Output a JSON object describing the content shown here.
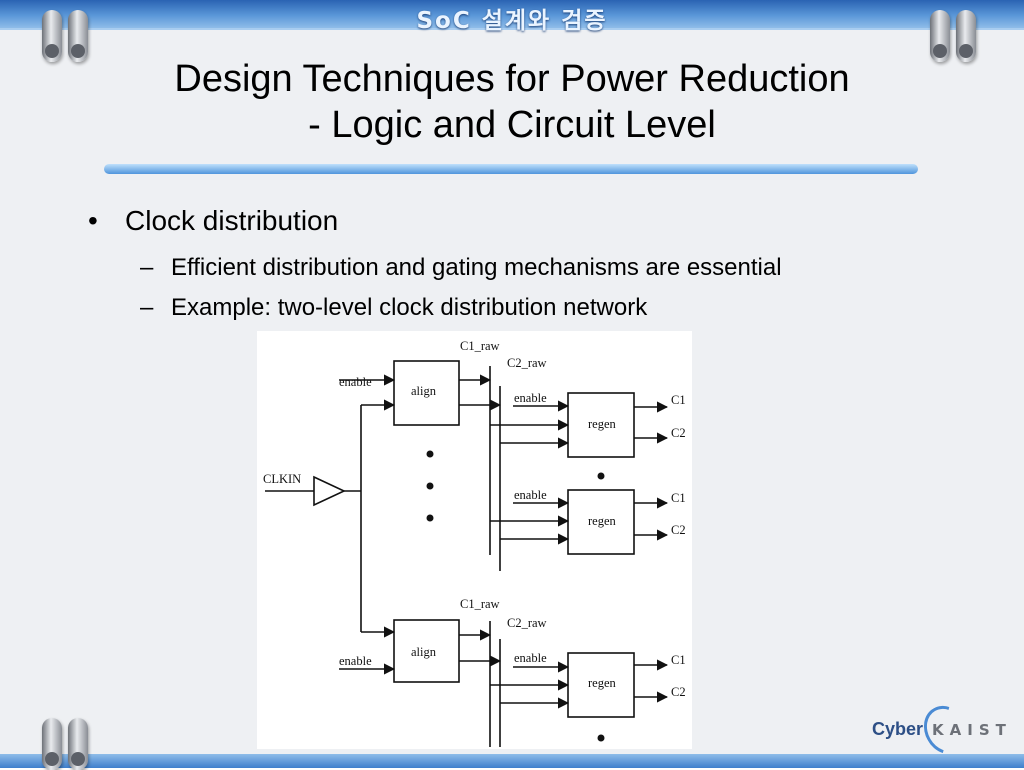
{
  "header": {
    "banner_title": "SoC 설계와 검증"
  },
  "slide": {
    "title_line1": "Design Techniques for Power Reduction",
    "title_line2": "- Logic and Circuit Level"
  },
  "bullets": [
    {
      "marker": "•",
      "text": "Clock distribution",
      "sub": [
        {
          "marker": "–",
          "text": "Efficient distribution and gating mechanisms are essential"
        },
        {
          "marker": "–",
          "text": "Example: two-level clock distribution network"
        }
      ]
    }
  ],
  "diagram": {
    "input_label": "CLKIN",
    "align_label": "align",
    "regen_label": "regen",
    "enable_label": "enable",
    "c1_raw_label": "C1_raw",
    "c2_raw_label": "C2_raw",
    "c1_label": "C1",
    "c2_label": "C2"
  },
  "logo": {
    "left": "Cyber",
    "right": "KAIST"
  }
}
